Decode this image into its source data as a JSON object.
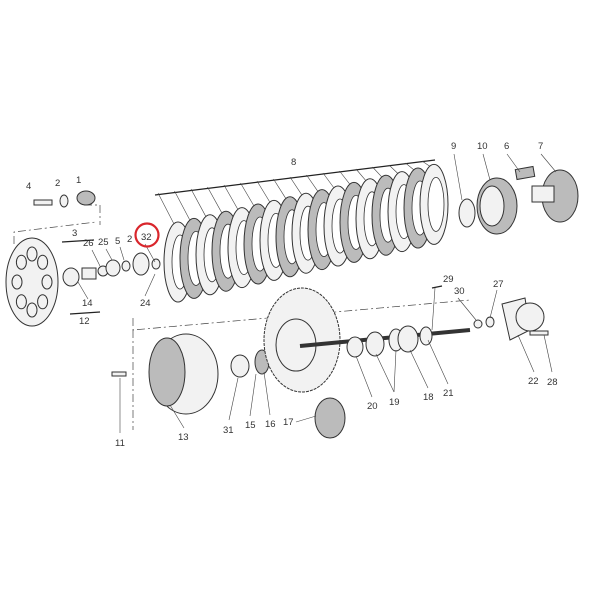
{
  "diagram": {
    "title": "Clutch assembly exploded view",
    "highlight_color": "#d9262c",
    "highlighted_part": "32",
    "labels": {
      "p1": "1",
      "p2a": "2",
      "p2b": "2",
      "p3": "3",
      "p4": "4",
      "p5": "5",
      "p6": "6",
      "p7": "7",
      "p8": "8",
      "p9": "9",
      "p10": "10",
      "p11": "11",
      "p12": "12",
      "p13": "13",
      "p14": "14",
      "p15": "15",
      "p16": "16",
      "p17": "17",
      "p18": "18",
      "p19": "19",
      "p20": "20",
      "p21": "21",
      "p22": "22",
      "p24": "24",
      "p25": "25",
      "p26": "26",
      "p27": "27",
      "p28": "28",
      "p29": "29",
      "p30": "30",
      "p31": "31",
      "p32": "32"
    }
  }
}
